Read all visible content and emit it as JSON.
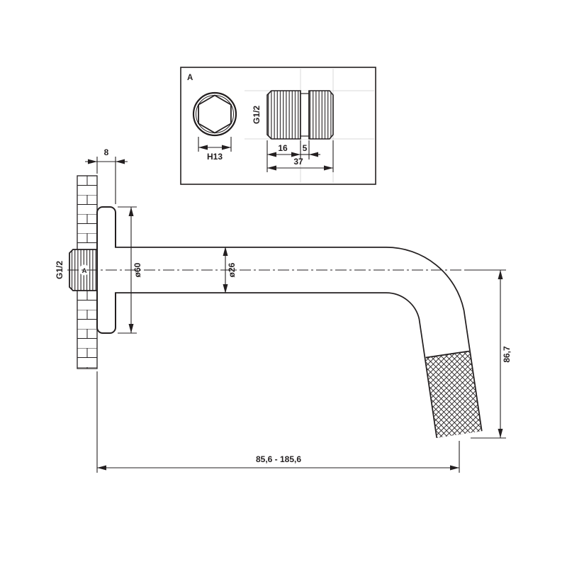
{
  "page": {
    "background": "#ffffff",
    "ink_color": "#231f20",
    "construction_color": "#d9d9d9"
  },
  "detail_view": {
    "marker": "A",
    "hex_dim": "H13",
    "thread_label": "G1/2",
    "thread_length": "16",
    "groove_width": "5",
    "total_length": "37"
  },
  "main_view": {
    "flange_depth": "8",
    "inlet_thread_label": "G1/2",
    "detail_marker": "A",
    "flange_diameter": "ø60",
    "spout_diameter": "ø26",
    "drop_height": "86,7",
    "reach_range": "85,6 - 185,6"
  }
}
